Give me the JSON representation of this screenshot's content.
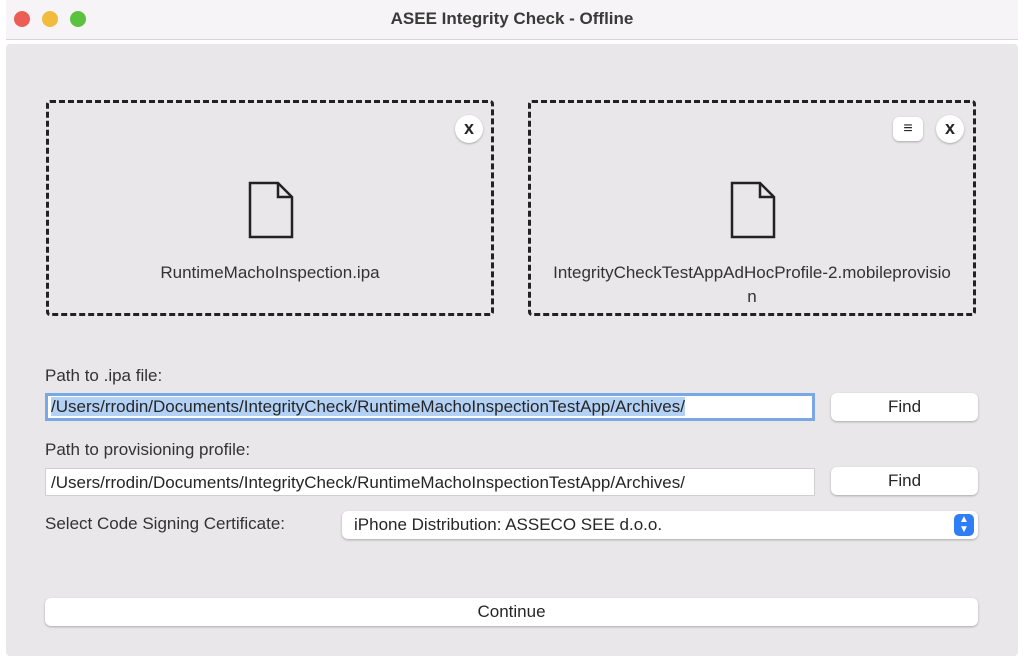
{
  "window": {
    "title": "ASEE Integrity Check - Offline"
  },
  "drop_zones": [
    {
      "filename": "RuntimeMachoInspection.ipa",
      "close_label": "x"
    },
    {
      "filename": "IntegrityCheckTestAppAdHocProfile-2.mobileprovision",
      "close_label": "x",
      "menu_icon": "≡"
    }
  ],
  "form": {
    "ipa_label": "Path to .ipa file:",
    "ipa_path": "/Users/rrodin/Documents/IntegrityCheck/RuntimeMachoInspectionTestApp/Archives/",
    "profile_label": "Path to provisioning profile:",
    "profile_path": "/Users/rrodin/Documents/IntegrityCheck/RuntimeMachoInspectionTestApp/Archives/",
    "find_label": "Find",
    "cert_label": "Select Code Signing Certificate:",
    "cert_value": "iPhone Distribution: ASSECO SEE d.o.o.",
    "continue_label": "Continue"
  }
}
